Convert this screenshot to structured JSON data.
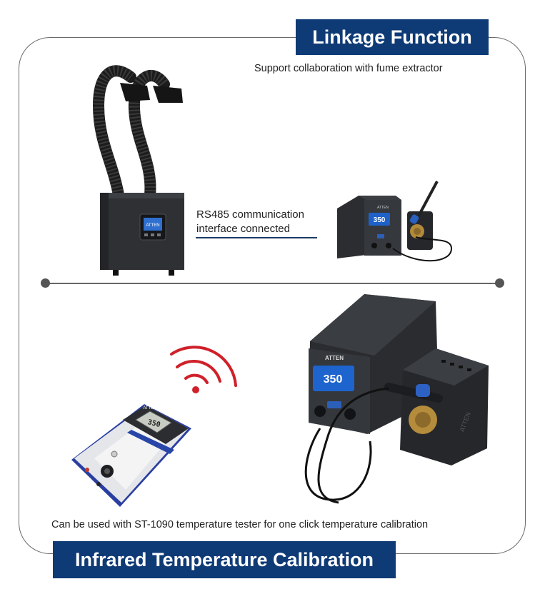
{
  "linkage": {
    "title": "Linkage Function",
    "subtitle": "Support collaboration with fume extractor",
    "rs485_line1": "RS485 communication",
    "rs485_line2": "interface connected"
  },
  "devices": {
    "extractor_display": "ATTEN",
    "small_station_brand": "ATTEN",
    "small_station_temp": "350",
    "tester_brand": "ATTEN",
    "tester_reading": "350",
    "station_brand": "ATTEN",
    "station_temp": "350",
    "holder_brand": "ATTEN"
  },
  "calibration": {
    "caption": "Can be used with ST-1090 temperature tester for one click temperature calibration",
    "title": "Infrared Temperature Calibration"
  },
  "colors": {
    "banner": "#0e3a75",
    "infrared_waves": "#d0202a",
    "device_body": "#2b2d31",
    "tester_accent": "#2746a8"
  },
  "icons": {
    "infrared": "infrared-wave-icon",
    "divider_dot": "dot-icon"
  }
}
